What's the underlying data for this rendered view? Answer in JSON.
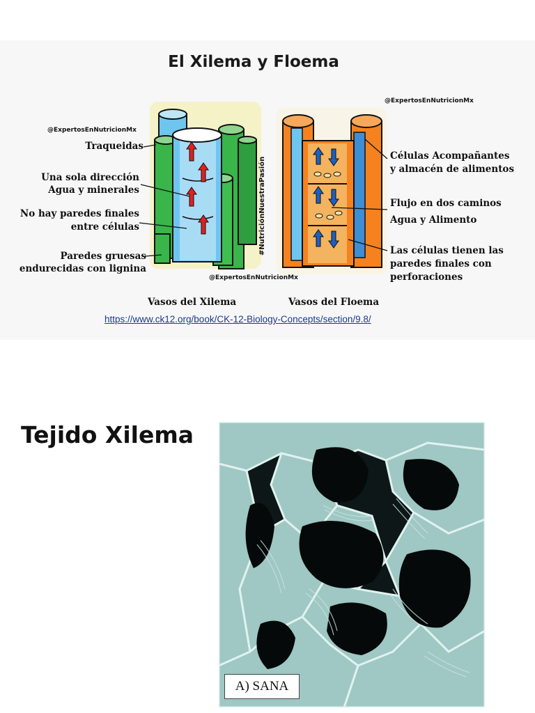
{
  "slide1": {
    "title": "El Xilema y Floema",
    "watermark_top_left": "@ExpertosEnNutricionMx",
    "watermark_top_right": "@ExpertosEnNutricionMx",
    "watermark_bottom": "@ExpertosEnNutricionMx",
    "hashtag": "#NutriciónNuestraPasión",
    "xylem_labels": [
      "Traqueidas",
      "Una sola dirección",
      "Agua y minerales",
      "No hay paredes finales",
      "entre células",
      "Paredes gruesas",
      "endurecidas con lignina"
    ],
    "phloem_labels": [
      "Células Acompañantes",
      "y almacén de alimentos",
      "Flujo en dos caminos",
      "Agua y Alimento",
      "Las células tienen las",
      "paredes finales con",
      "perforaciones"
    ],
    "caption_xylem": "Vasos del Xilema",
    "caption_phloem": "Vasos del Floema",
    "source_link": "https://www.ck12.org/book/CK-12-Biology-Concepts/section/9.8/"
  },
  "slide2": {
    "title": "Tejido Xilema",
    "photo_label": "A) SANA"
  },
  "colors": {
    "xylem_green": "#39b54a",
    "xylem_blue": "#6ec6f0",
    "phloem_orange": "#f5821f",
    "phloem_inner": "#f4b35e",
    "arrow_red": "#e02020",
    "arrow_blue": "#1f5fbf"
  }
}
